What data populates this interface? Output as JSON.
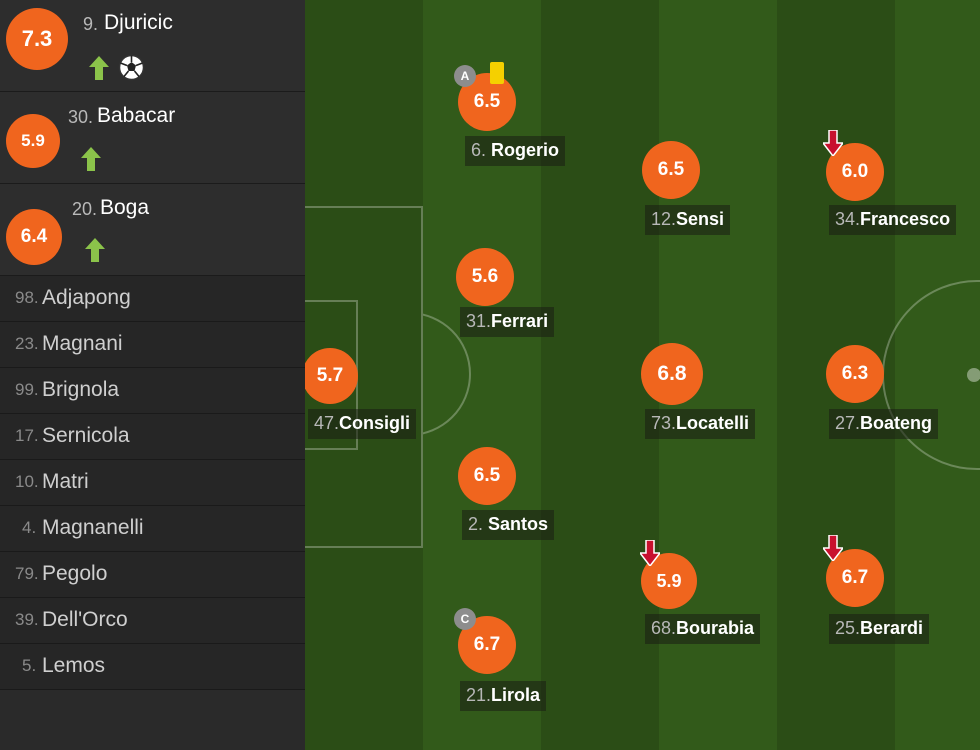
{
  "subs_used": [
    {
      "rating": "7.3",
      "number": "9.",
      "name": "Djuricic",
      "icons": [
        "up-arrow",
        "ball"
      ]
    },
    {
      "rating": "5.9",
      "number": "30.",
      "name": "Babacar",
      "icons": [
        "up-arrow"
      ]
    },
    {
      "rating": "6.4",
      "number": "20.",
      "name": "Boga",
      "icons": [
        "up-arrow"
      ]
    }
  ],
  "bench": [
    {
      "number": "98.",
      "name": "Adjapong"
    },
    {
      "number": "23.",
      "name": "Magnani"
    },
    {
      "number": "99.",
      "name": "Brignola"
    },
    {
      "number": "17.",
      "name": "Sernicola"
    },
    {
      "number": "10.",
      "name": "Matri"
    },
    {
      "number": "4.",
      "name": "Magnanelli"
    },
    {
      "number": "79.",
      "name": "Pegolo"
    },
    {
      "number": "39.",
      "name": "Dell'Orco"
    },
    {
      "number": "5.",
      "name": "Lemos"
    }
  ],
  "players": [
    {
      "rating": "6.5",
      "number": "6.",
      "name": "Rogerio",
      "badge": "A",
      "yellow_card": true
    },
    {
      "rating": "6.5",
      "number": "12.",
      "name": "Sensi"
    },
    {
      "rating": "6.0",
      "number": "34.",
      "name": "Francesco",
      "subbed_off": true
    },
    {
      "rating": "5.6",
      "number": "31.",
      "name": "Ferrari"
    },
    {
      "rating": "5.7",
      "number": "47.",
      "name": "Consigli"
    },
    {
      "rating": "6.8",
      "number": "73.",
      "name": "Locatelli"
    },
    {
      "rating": "6.3",
      "number": "27.",
      "name": "Boateng"
    },
    {
      "rating": "6.5",
      "number": "2.",
      "name": "Santos"
    },
    {
      "rating": "5.9",
      "number": "68.",
      "name": "Bourabia",
      "subbed_off": true
    },
    {
      "rating": "6.7",
      "number": "25.",
      "name": "Berardi",
      "subbed_off": true
    },
    {
      "rating": "6.7",
      "number": "21.",
      "name": "Lirola",
      "badge": "C"
    }
  ],
  "colors": {
    "rating": "#f0651e",
    "sub_in": "#8bc34a",
    "sub_off": "#c8102e",
    "yellow_card": "#f5d000"
  }
}
